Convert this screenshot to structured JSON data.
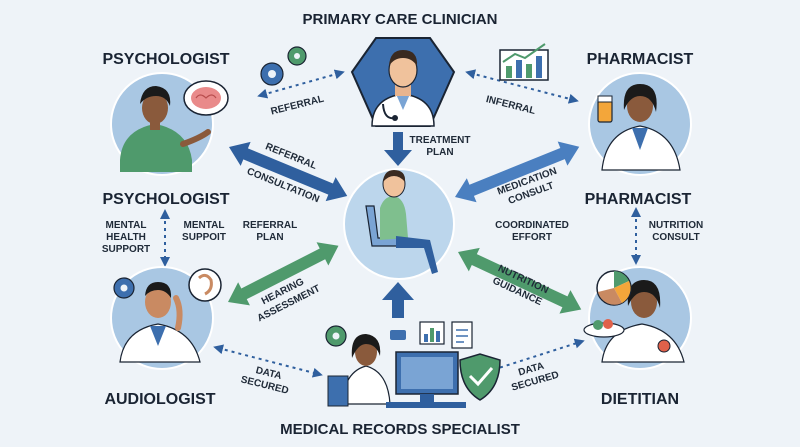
{
  "titles": {
    "primary": "PRIMARY CARE CLINICIAN",
    "psych_top": "PSYCHOLOGIST",
    "pharm_top": "PHARMACIST",
    "psych_mid": "PSYCHOLOGIST",
    "pharm_mid": "PHARMACIST",
    "audiologist": "AUDIOLOGIST",
    "dietitian": "DIETITIAN",
    "records": "MEDICAL RECORDS SPECIALIST"
  },
  "labels": {
    "referral_top": "REFERRAL",
    "inferral": "INFERRAL",
    "treatment": [
      "TREATMENT",
      "PLAN"
    ],
    "referral_diag": "REFERRAL",
    "consultation": "CONSULTATION",
    "medication": [
      "MEDICATION",
      "CONSULT"
    ],
    "mental_health": [
      "MENTAL",
      "HEALTH",
      "SUPPORT"
    ],
    "mental_suppoit": [
      "MENTAL",
      "SUPPOIT"
    ],
    "referral_plan": [
      "REFERRAL",
      "PLAN"
    ],
    "coordinated": [
      "COORDINATED",
      "EFFORT"
    ],
    "nutrition_consult": [
      "NUTRITION",
      "CONSULT"
    ],
    "hearing": [
      "HEARING",
      "ASSESSMENT"
    ],
    "nutrition_guidance": [
      "NUTRITION",
      "GUIDANCE"
    ],
    "data_left": [
      "DATA",
      "SECURED"
    ],
    "data_right": [
      "DATA",
      "SECURED"
    ]
  },
  "colors": {
    "background": "#eef3f8",
    "primary_blue": "#2f5f9e",
    "green": "#4f9a6c",
    "light_blue": "#bcd6ec",
    "skin": "#c98a62",
    "dark": "#1a2433"
  }
}
